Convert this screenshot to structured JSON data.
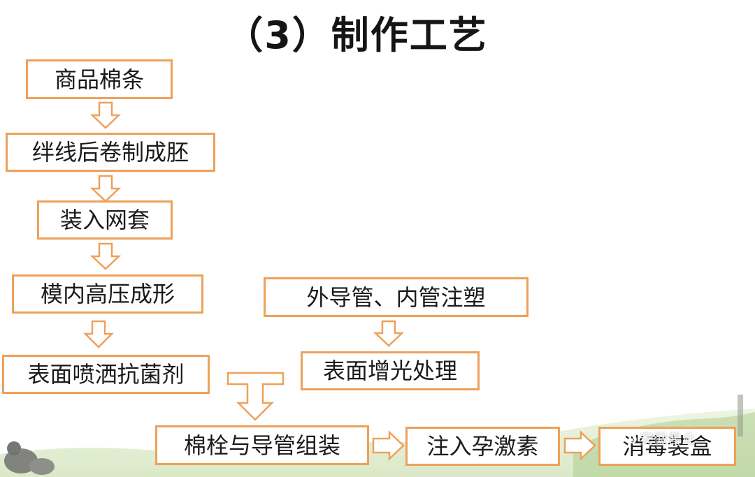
{
  "title": "（3）制作工艺",
  "steps": {
    "s1": "商品棉条",
    "s2": "绊线后卷制成胚",
    "s3": "装入网套",
    "s4": "模内高压成形",
    "s5": "表面喷洒抗菌剂",
    "t1": "外导管、内管注塑",
    "t2": "表面增光处理",
    "m1": "棉栓与导管组装",
    "m2": "注入孕激素",
    "m3": "消毒装盒"
  },
  "watermark": "安徽兽业",
  "colors": {
    "box_border": "#eda15a",
    "arrow_fill": "#ffffff"
  }
}
